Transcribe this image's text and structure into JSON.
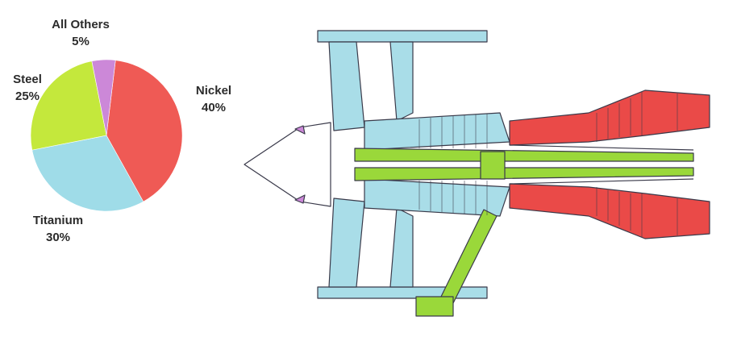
{
  "chart_data": {
    "type": "pie",
    "title": "",
    "slices": [
      {
        "name": "Nickel",
        "percent_label": "40%",
        "value": 40,
        "color": "#ef5a55"
      },
      {
        "name": "Titanium",
        "percent_label": "30%",
        "value": 30,
        "color": "#9fdce8"
      },
      {
        "name": "Steel",
        "percent_label": "25%",
        "value": 25,
        "color": "#c4e83c"
      },
      {
        "name": "All Others",
        "percent_label": "5%",
        "value": 5,
        "color": "#cc88d8"
      }
    ]
  },
  "illustration": {
    "icon": "turbofan-engine-cross-section-icon",
    "colors": {
      "fan_titanium": "#a9dde8",
      "steel_parts": "#9ad83a",
      "nickel_hot_section": "#ea4a48",
      "outline": "#3a3a4a"
    }
  }
}
